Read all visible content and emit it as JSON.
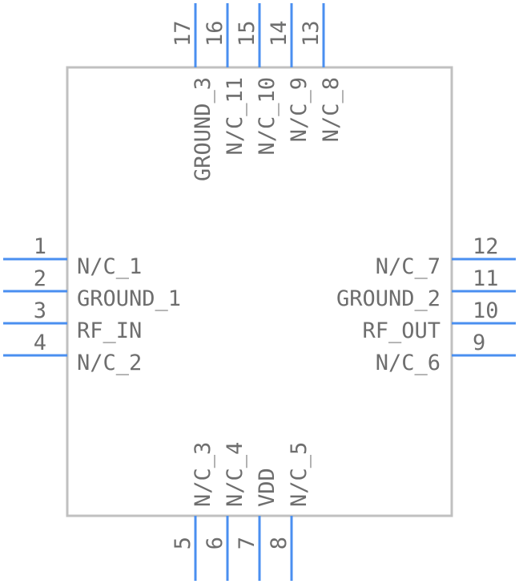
{
  "component": {
    "left_pins": [
      {
        "number": "1",
        "name": "N/C_1"
      },
      {
        "number": "2",
        "name": "GROUND_1"
      },
      {
        "number": "3",
        "name": "RF_IN"
      },
      {
        "number": "4",
        "name": "N/C_2"
      }
    ],
    "bottom_pins": [
      {
        "number": "5",
        "name": "N/C_3"
      },
      {
        "number": "6",
        "name": "N/C_4"
      },
      {
        "number": "7",
        "name": "VDD"
      },
      {
        "number": "8",
        "name": "N/C_5"
      }
    ],
    "right_pins": [
      {
        "number": "9",
        "name": "N/C_6"
      },
      {
        "number": "10",
        "name": "RF_OUT"
      },
      {
        "number": "11",
        "name": "GROUND_2"
      },
      {
        "number": "12",
        "name": "N/C_7"
      }
    ],
    "top_pins": [
      {
        "number": "13",
        "name": "N/C_8"
      },
      {
        "number": "14",
        "name": "N/C_9"
      },
      {
        "number": "15",
        "name": "N/C_10"
      },
      {
        "number": "16",
        "name": "N/C_11"
      },
      {
        "number": "17",
        "name": "GROUND_3"
      }
    ],
    "colors": {
      "pin": "#4a8ff0",
      "body_outline": "#c0c0c0",
      "text": "#6e6e6e"
    }
  }
}
